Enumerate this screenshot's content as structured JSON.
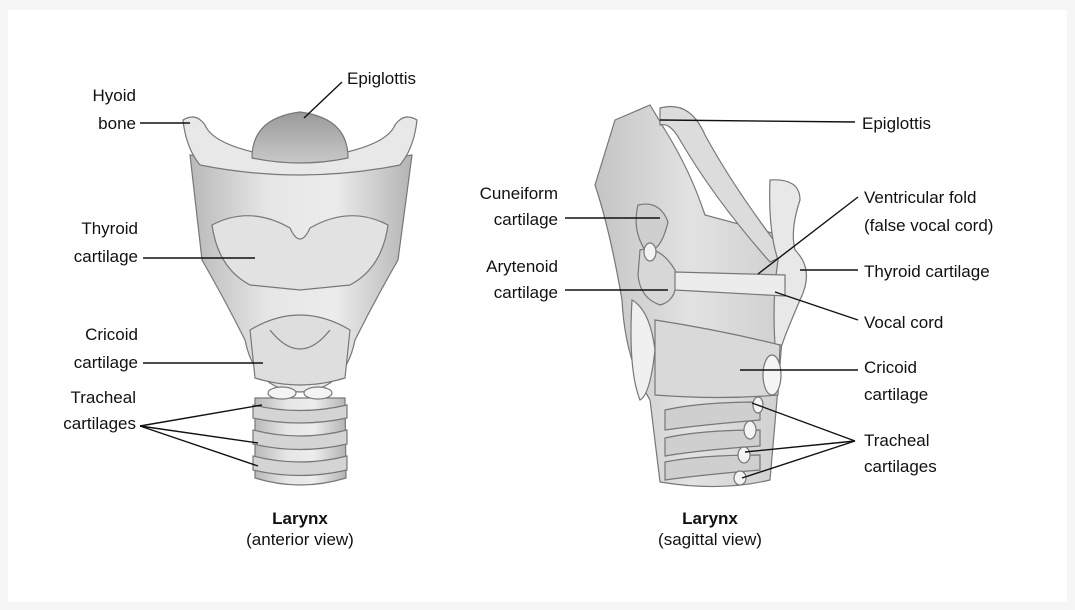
{
  "anterior": {
    "labels": {
      "epiglottis": "Epiglottis",
      "hyoid_1": "Hyoid",
      "hyoid_2": "bone",
      "thyroid_1": "Thyroid",
      "thyroid_2": "cartilage",
      "cricoid_1": "Cricoid",
      "cricoid_2": "cartilage",
      "tracheal_1": "Tracheal",
      "tracheal_2": "cartilages"
    },
    "caption_title": "Larynx",
    "caption_sub": "(anterior view)"
  },
  "sagittal": {
    "labels": {
      "epiglottis": "Epiglottis",
      "cuneiform_1": "Cuneiform",
      "cuneiform_2": "cartilage",
      "arytenoid_1": "Arytenoid",
      "arytenoid_2": "cartilage",
      "ventricular_1": "Ventricular fold",
      "ventricular_2": "(false vocal cord)",
      "thyroid": "Thyroid cartilage",
      "vocal_cord": "Vocal cord",
      "cricoid_1": "Cricoid",
      "cricoid_2": "cartilage",
      "tracheal_1": "Tracheal",
      "tracheal_2": "cartilages"
    },
    "caption_title": "Larynx",
    "caption_sub": "(sagittal view)"
  }
}
